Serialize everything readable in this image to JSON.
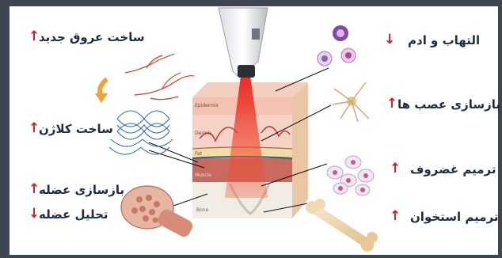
{
  "labels": {
    "new_vessels": "ساخت عروق جدید",
    "collagen": "ساخت کلاژن",
    "muscle_repair": "بازسازی عضله",
    "muscle_breakdown": "تحلیل عضله",
    "inflammation": "التهاب و ادم",
    "nerve_repair": "بازسازی عصب ها",
    "cartilage_repair": "ترمیم غضروف",
    "bone_repair": "ترمیم استخوان"
  },
  "layers": {
    "epidermis": "Epidermis",
    "dermis": "Dermis",
    "fat": "Fat",
    "muscle": "Muscle",
    "bone": "Bone"
  },
  "arrows": {
    "up": "↑",
    "down": "↓"
  },
  "colors": {
    "arrow": "#d61f1f",
    "text": "#1f2a44",
    "frame": "#3d4651"
  }
}
